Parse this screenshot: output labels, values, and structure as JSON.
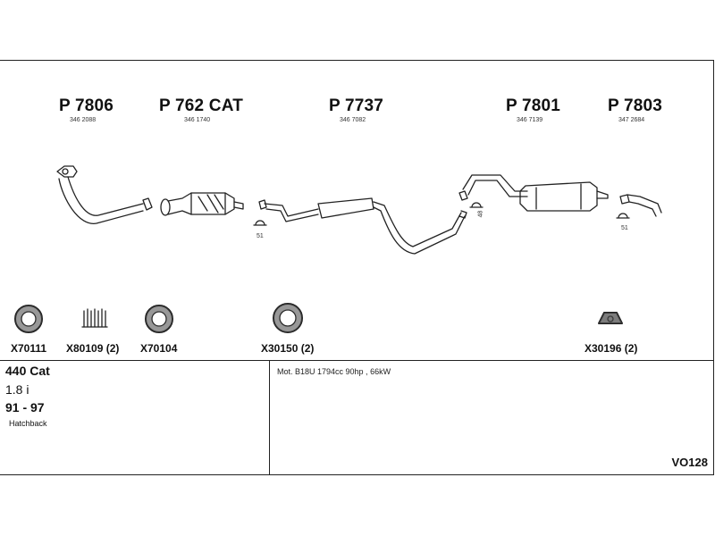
{
  "parts": [
    {
      "number": "P 7806",
      "ref": "346 2088"
    },
    {
      "number": "P 762 CAT",
      "ref": "346 1740"
    },
    {
      "number": "P 7737",
      "ref": "346 7082"
    },
    {
      "number": "P 7801",
      "ref": "346 7139"
    },
    {
      "number": "P 7803",
      "ref": "347 2684"
    }
  ],
  "clamp_numbers": [
    "51",
    "48",
    "51"
  ],
  "accessories": [
    {
      "code": "X70111",
      "icon": "ring-gasket-icon"
    },
    {
      "code": "X80109 (2)",
      "icon": "spring-icon"
    },
    {
      "code": "X70104",
      "icon": "ring-gasket-icon"
    },
    {
      "code": "X30150 (2)",
      "icon": "ring-gasket-icon"
    },
    {
      "code": "X30196 (2)",
      "icon": "rubber-mount-icon"
    }
  ],
  "vehicle": {
    "model": "440 Cat",
    "engine": "1.8 i",
    "years": "91 - 97",
    "body": "Hatchback"
  },
  "motor_spec": "Mot. B18U 1794cc 90hp , 66kW",
  "reference_code": "VO128"
}
